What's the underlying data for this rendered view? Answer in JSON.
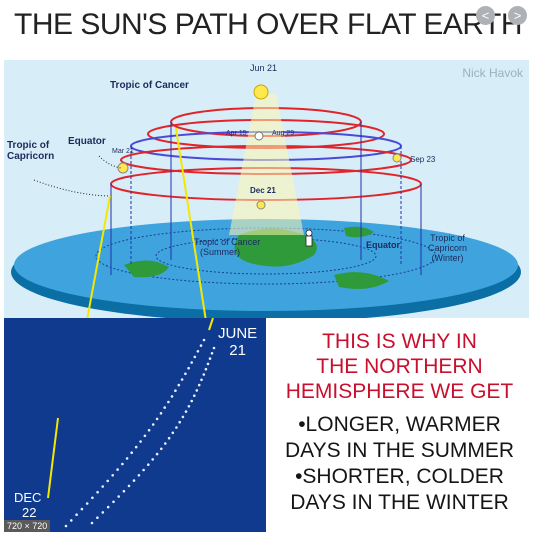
{
  "title": "THE SUN'S PATH OVER FLAT EARTH",
  "controls": {
    "prev": "<",
    "next": ">"
  },
  "credit": "Nick Havok",
  "diagram": {
    "labels": {
      "jun21": "Jun 21",
      "tropic_cancer_top": "Tropic of Cancer",
      "apr15": "Apr 15",
      "aug29": "Aug 29",
      "equator_top": "Equator",
      "mar21": "Mar 21",
      "tropic_capricorn_top": "Tropic of Capricorn",
      "sep23": "Sep 23",
      "dec21": "Dec 21",
      "tropic_cancer_map_line1": "Tropic of Cancer",
      "tropic_cancer_map_line2": "(Summer)",
      "equator_map": "Equator",
      "tropic_capricorn_map_line1": "Tropic of",
      "tropic_capricorn_map_line2": "Capricorn",
      "tropic_capricorn_map_line3": "(Winter)"
    }
  },
  "sky_photo": {
    "june_line1": "JUNE",
    "june_line2": "21",
    "dec_line1": "DEC",
    "dec_line2": "22",
    "size_badge": "720 × 720"
  },
  "explanation": {
    "red_lines": [
      "THIS IS WHY IN",
      "THE NORTHERN",
      "HEMISPHERE WE GET"
    ],
    "black_lines": [
      "•LONGER, WARMER",
      "DAYS IN THE SUMMER",
      "•SHORTER, COLDER",
      "DAYS IN THE WINTER"
    ]
  },
  "colors": {
    "red_text": "#c8102e",
    "sky": "#0f3a8e",
    "connector": "#f5e800"
  }
}
